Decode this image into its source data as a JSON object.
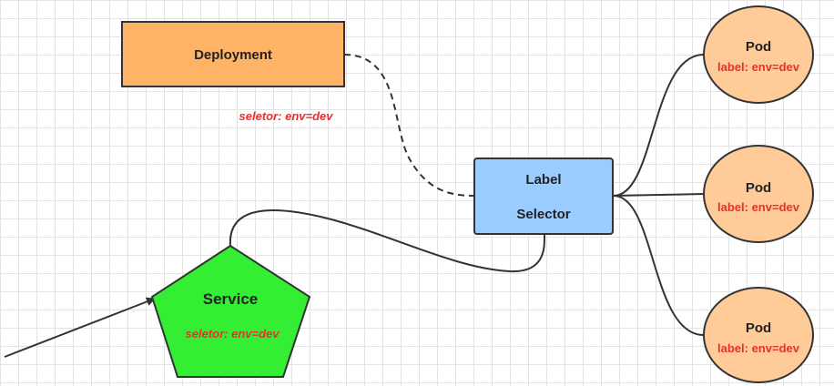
{
  "deployment": {
    "title": "Deployment",
    "selector_text": "seletor:  env=dev"
  },
  "label_selector": {
    "line1": "Label",
    "line2": "Selector"
  },
  "service": {
    "title": "Service",
    "selector_text": "seletor:  env=dev"
  },
  "pods": [
    {
      "title": "Pod",
      "label": "label: env=dev"
    },
    {
      "title": "Pod",
      "label": "label: env=dev"
    },
    {
      "title": "Pod",
      "label": "label: env=dev"
    }
  ],
  "colors": {
    "deployment_fill": "#ffb366",
    "selector_fill": "#99ccff",
    "service_fill": "#33ee33",
    "pod_fill": "#ffcc99",
    "accent_red": "#e8302e"
  }
}
